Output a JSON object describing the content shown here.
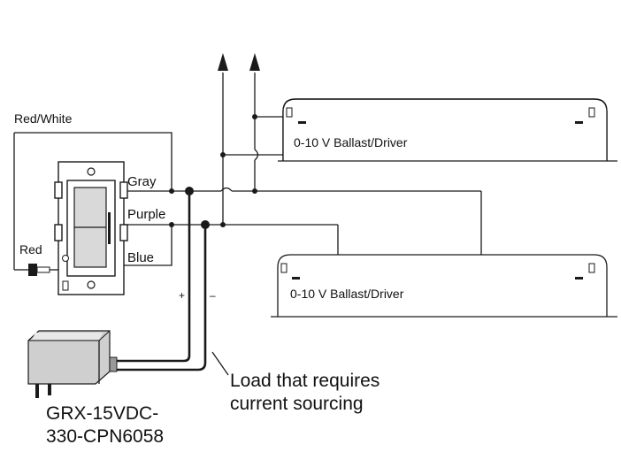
{
  "labels": {
    "red_white": "Red/White",
    "gray": "Gray",
    "purple": "Purple",
    "blue": "Blue",
    "red": "Red",
    "plus": "+",
    "minus": "–",
    "ballast_top": "0-10 V Ballast/Driver",
    "ballast_bottom": "0-10 V  Ballast/Driver",
    "load_line1": "Load that requires",
    "load_line2": "current sourcing",
    "adapter_line1": "GRX-15VDC-",
    "adapter_line2": "330-CPN6058"
  }
}
